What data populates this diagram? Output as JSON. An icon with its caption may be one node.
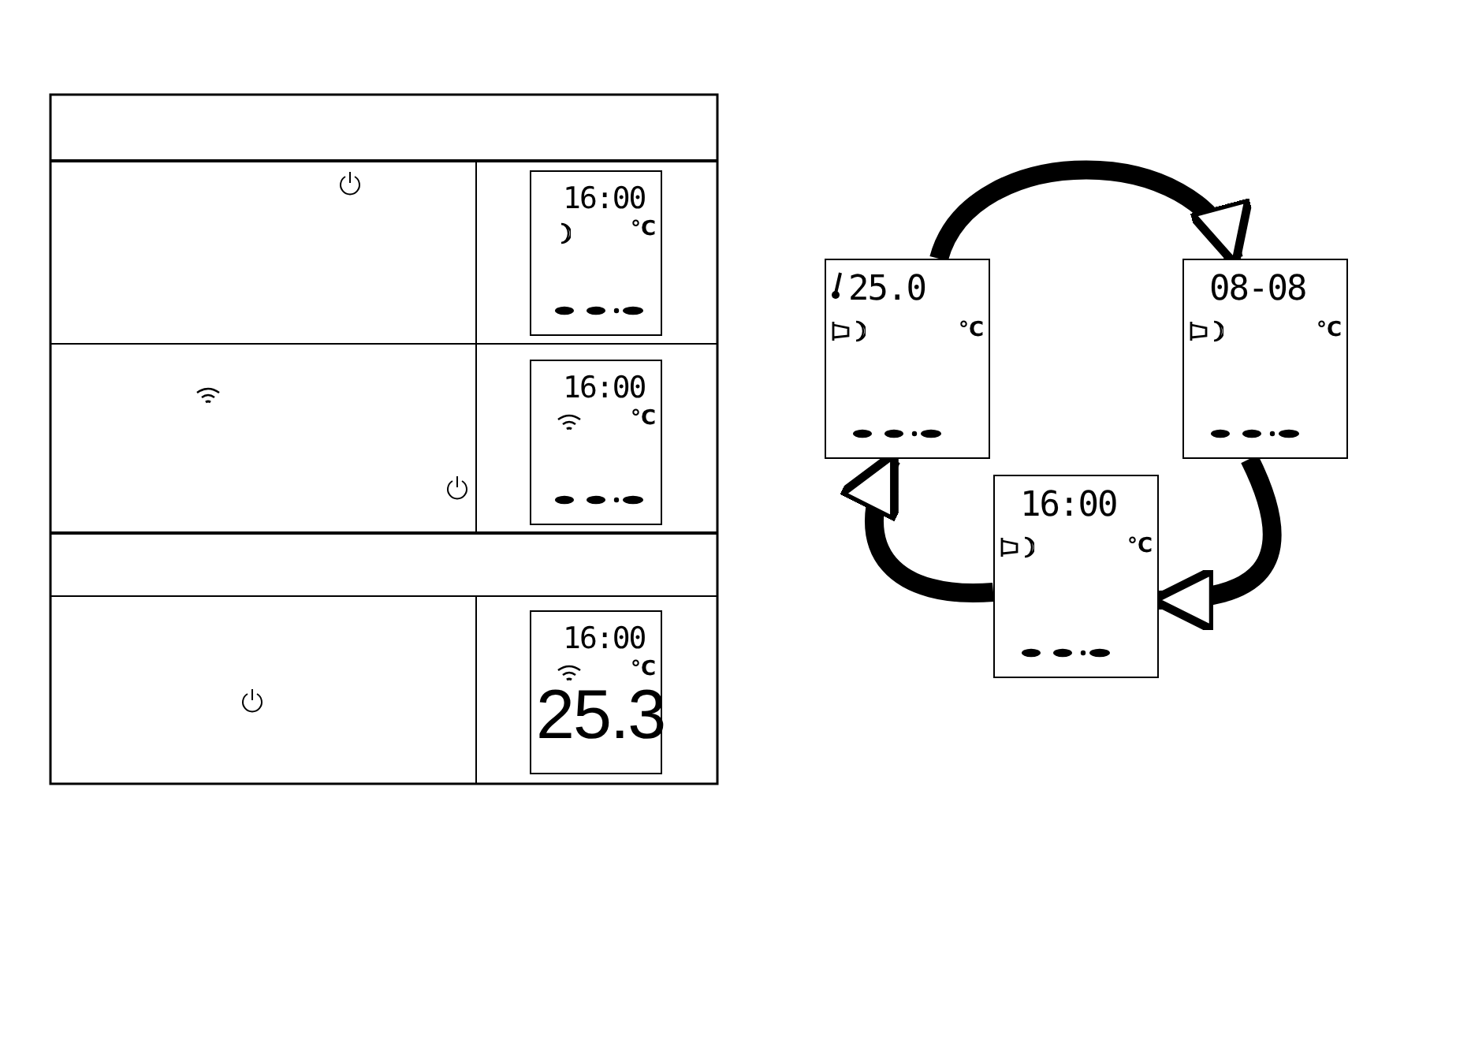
{
  "diagram": {
    "nodes": [
      {
        "text": [
          "16:00",
          "°C"
        ]
      },
      {
        "text": [
          "16:00",
          "°C"
        ]
      },
      {
        "text": [
          "16:00",
          "°C",
          "25.3"
        ]
      },
      {
        "text": [
          "25.0",
          "°C"
        ]
      },
      {
        "text": [
          "08-08",
          "°C"
        ]
      },
      {
        "text": [
          "16:00",
          "°C"
        ]
      }
    ],
    "edges": [
      {
        "from": 3,
        "to": 4,
        "arrow": "to"
      },
      {
        "from": 4,
        "to": 5,
        "arrow": "to"
      },
      {
        "from": 5,
        "to": 3,
        "arrow": "to"
      }
    ]
  }
}
